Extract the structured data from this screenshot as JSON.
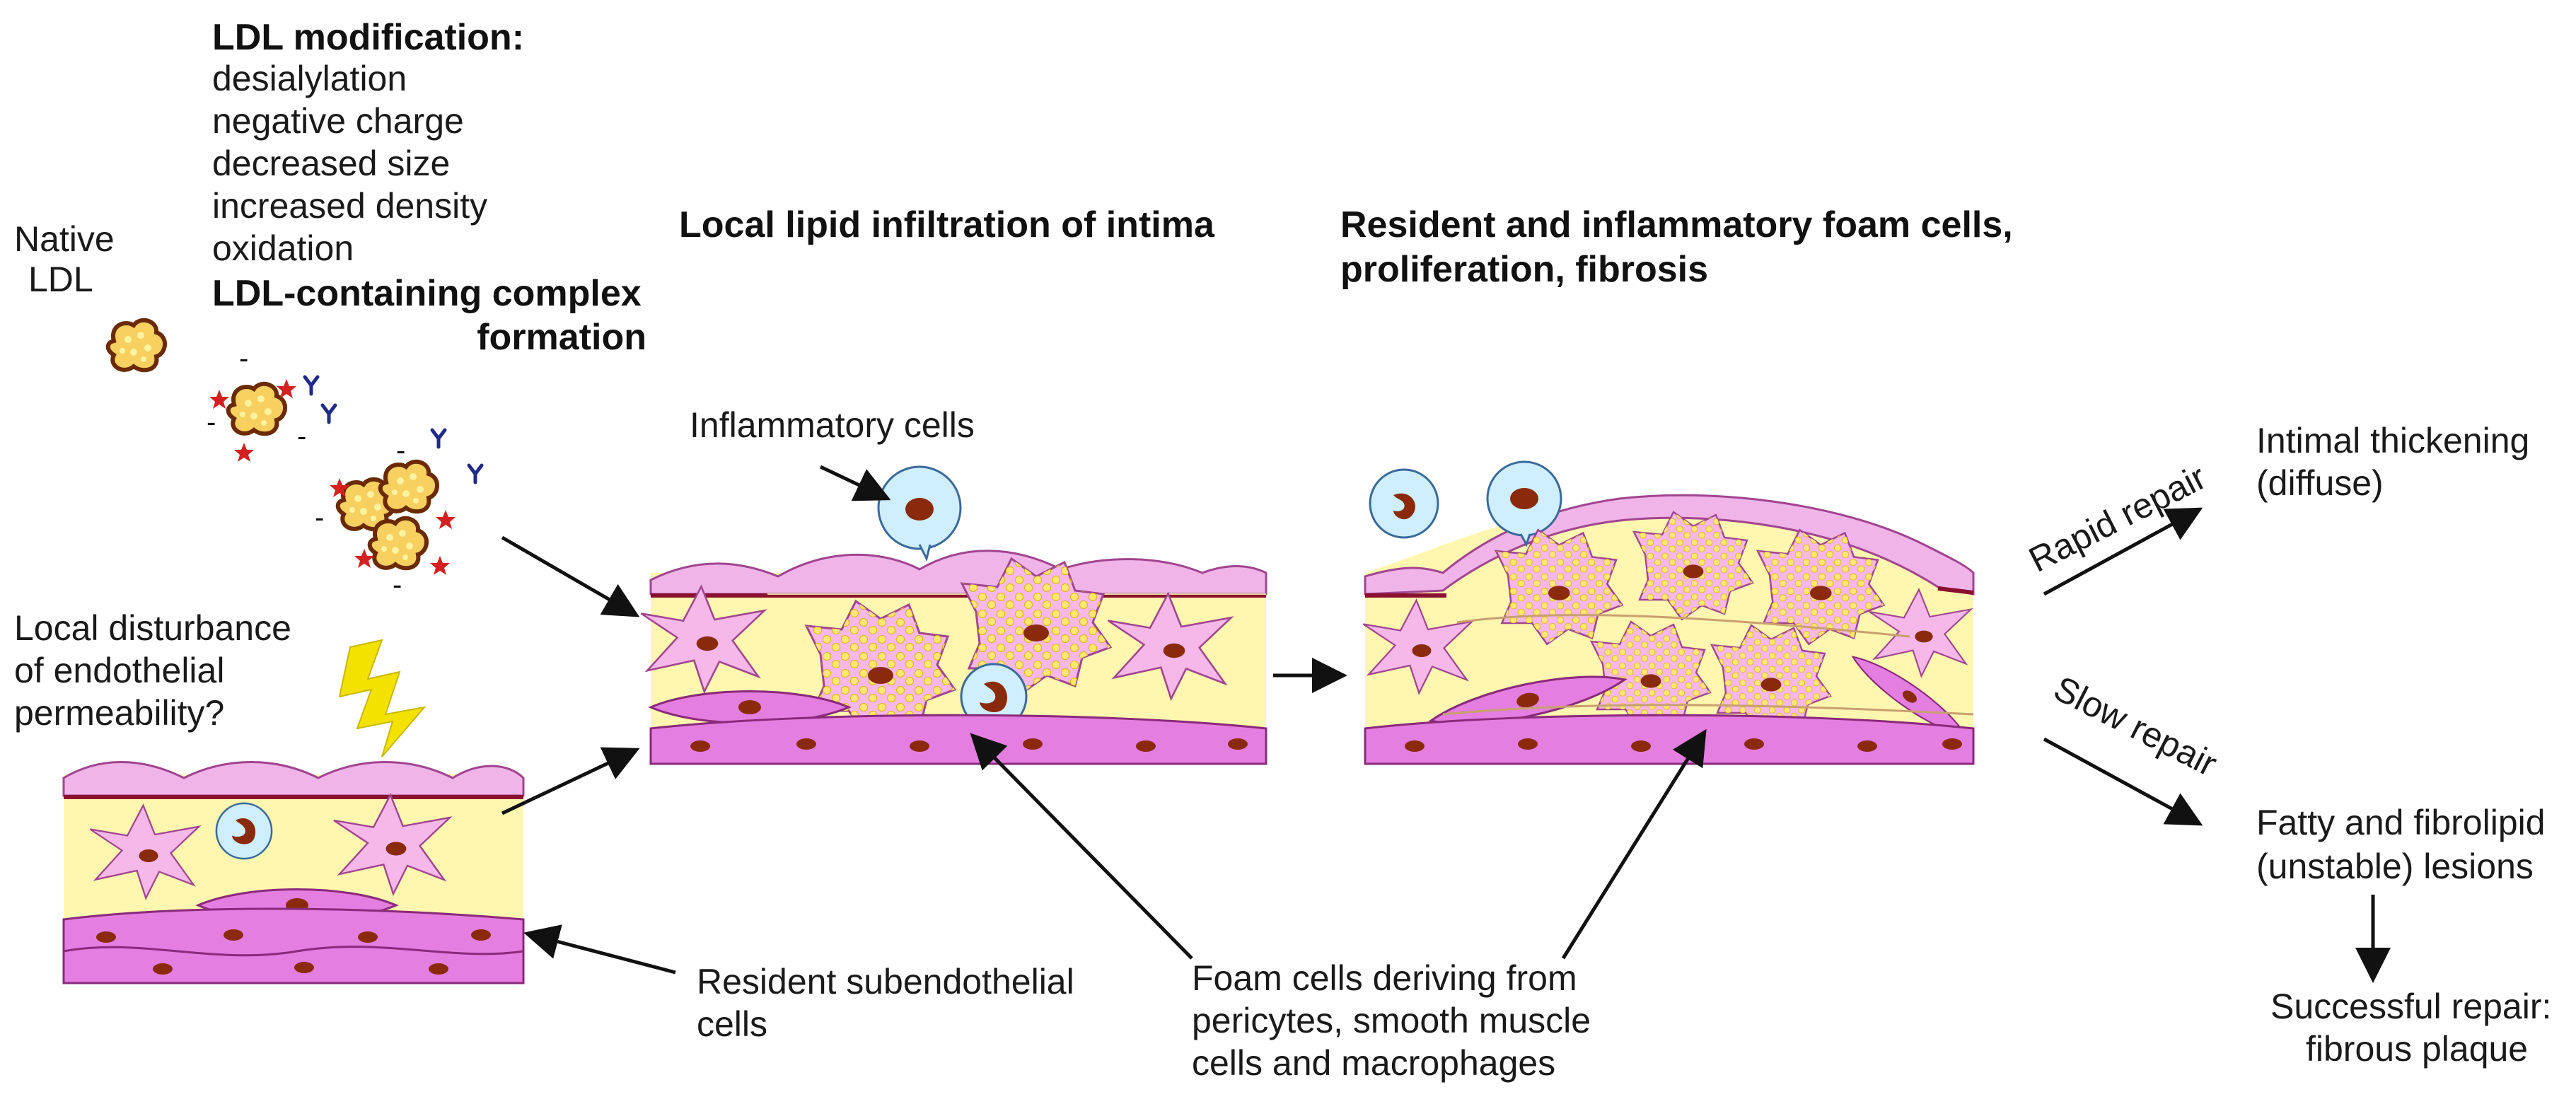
{
  "ldl_modification": {
    "heading": "LDL modification:",
    "items": [
      "desialylation",
      "negative charge",
      "decreased size",
      "increased density",
      "oxidation"
    ],
    "complex_line1": "LDL-containing complex",
    "complex_line2": "formation"
  },
  "native_ldl": {
    "line1": "Native",
    "line2": "LDL"
  },
  "disturbance": {
    "lines": [
      "Local disturbance",
      "of endothelial",
      "permeability?"
    ]
  },
  "stage2": {
    "title": "Local lipid infiltration of intima",
    "inflammatory_label": "Inflammatory cells"
  },
  "stage3": {
    "title_line1": "Resident and inflammatory foam cells,",
    "title_line2": "proliferation, fibrosis"
  },
  "resident": {
    "line1": "Resident subendothelial",
    "line2": "cells"
  },
  "foam": {
    "lines": [
      "Foam cells deriving from",
      "pericytes, smooth muscle",
      "cells and macrophages"
    ]
  },
  "outcomes": {
    "rapid_repair": "Rapid repair",
    "slow_repair": "Slow repair",
    "intimal_line1": "Intimal thickening",
    "intimal_line2": "(diffuse)",
    "fatty_line1": "Fatty and fibrolipid",
    "fatty_line2": "(unstable) lesions",
    "success_line1": "Successful repair:",
    "success_line2": "fibrous plaque"
  },
  "colors": {
    "endothelium": "#f0b4e8",
    "intima": "#fff6b0",
    "media": "#e47ee0",
    "nucleus": "#8a2a0a",
    "foam_cell": "#f5b8e8",
    "lipid_droplet": "#ffe96b",
    "macrophage": "#cfeeff",
    "ldl_particle": "#f7d060",
    "antibody": "#1f2a8a",
    "star": "#d42020",
    "lightning": "#f3e200",
    "border_line": "#8a1030"
  }
}
